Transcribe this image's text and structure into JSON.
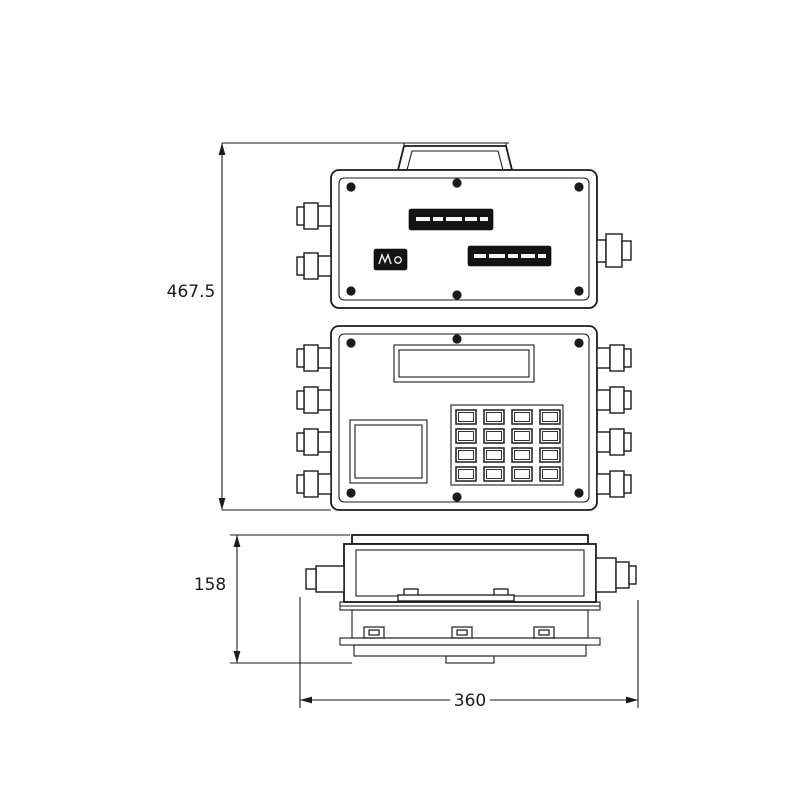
{
  "drawing": {
    "type": "technical-three-view-drawing",
    "dimensions": {
      "overall_height": "467.5",
      "side_height": "158",
      "width": "360"
    },
    "colors": {
      "line": "#1b1b1b",
      "nameplate": "#141414",
      "background": "#ffffff"
    }
  }
}
